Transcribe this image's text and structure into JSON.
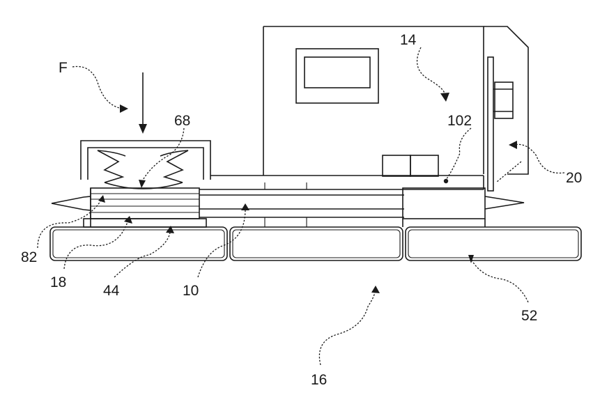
{
  "labels": {
    "force": "F",
    "ref_68": "68",
    "ref_14": "14",
    "ref_102": "102",
    "ref_20": "20",
    "ref_82": "82",
    "ref_18": "18",
    "ref_44": "44",
    "ref_10": "10",
    "ref_52": "52",
    "ref_16": "16"
  }
}
